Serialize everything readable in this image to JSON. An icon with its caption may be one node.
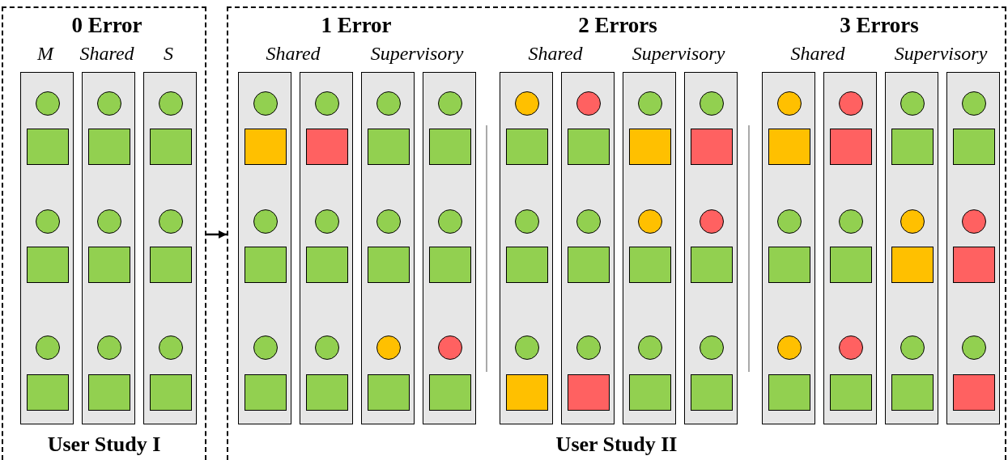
{
  "diagram": {
    "nodes": [
      {
        "text": [
          "User Study I"
        ]
      },
      {
        "text": [],
        "shape": "bar",
        "in": 0
      },
      {
        "text": [],
        "shape": "circle",
        "in": 1
      },
      {
        "text": [],
        "shape": "box",
        "in": 1
      },
      {
        "text": [],
        "shape": "circle",
        "in": 1
      },
      {
        "text": [],
        "shape": "box",
        "in": 1
      },
      {
        "text": [],
        "shape": "circle",
        "in": 1
      },
      {
        "text": [],
        "shape": "box",
        "in": 1
      },
      {
        "text": [],
        "shape": "bar",
        "in": 0
      },
      {
        "text": [],
        "shape": "circle",
        "in": 8
      },
      {
        "text": [],
        "shape": "box",
        "in": 8
      },
      {
        "text": [],
        "shape": "circle",
        "in": 8
      },
      {
        "text": [],
        "shape": "box",
        "in": 8
      },
      {
        "text": [],
        "shape": "circle",
        "in": 8
      },
      {
        "text": [],
        "shape": "box",
        "in": 8
      },
      {
        "text": [],
        "shape": "bar",
        "in": 0
      },
      {
        "text": [],
        "shape": "circle",
        "in": 15
      },
      {
        "text": [],
        "shape": "box",
        "in": 15
      },
      {
        "text": [],
        "shape": "circle",
        "in": 15
      },
      {
        "text": [],
        "shape": "box",
        "in": 15
      },
      {
        "text": [],
        "shape": "circle",
        "in": 15
      },
      {
        "text": [],
        "shape": "box",
        "in": 15
      },
      {
        "text": [
          "User Study II"
        ]
      },
      {
        "text": [],
        "shape": "bar",
        "in": 22
      },
      {
        "text": [],
        "shape": "circle",
        "in": 23
      },
      {
        "text": [],
        "shape": "box",
        "in": 23
      },
      {
        "text": [],
        "shape": "circle",
        "in": 23
      },
      {
        "text": [],
        "shape": "box",
        "in": 23
      },
      {
        "text": [],
        "shape": "circle",
        "in": 23
      },
      {
        "text": [],
        "shape": "box",
        "in": 23
      },
      {
        "text": [],
        "shape": "bar",
        "in": 22
      },
      {
        "text": [],
        "shape": "circle",
        "in": 30
      },
      {
        "text": [],
        "shape": "box",
        "in": 30
      },
      {
        "text": [],
        "shape": "circle",
        "in": 30
      },
      {
        "text": [],
        "shape": "box",
        "in": 30
      },
      {
        "text": [],
        "shape": "circle",
        "in": 30
      },
      {
        "text": [],
        "shape": "box",
        "in": 30
      },
      {
        "text": [],
        "shape": "bar",
        "in": 22
      },
      {
        "text": [],
        "shape": "circle",
        "in": 37
      },
      {
        "text": [],
        "shape": "box",
        "in": 37
      },
      {
        "text": [],
        "shape": "circle",
        "in": 37
      },
      {
        "text": [],
        "shape": "box",
        "in": 37
      },
      {
        "text": [],
        "shape": "circle",
        "in": 37
      },
      {
        "text": [],
        "shape": "box",
        "in": 37
      },
      {
        "text": [],
        "shape": "bar",
        "in": 22
      },
      {
        "text": [],
        "shape": "circle",
        "in": 44
      },
      {
        "text": [],
        "shape": "box",
        "in": 44
      },
      {
        "text": [],
        "shape": "circle",
        "in": 44
      },
      {
        "text": [],
        "shape": "box",
        "in": 44
      },
      {
        "text": [],
        "shape": "circle",
        "in": 44
      },
      {
        "text": [],
        "shape": "box",
        "in": 44
      },
      {
        "text": [],
        "shape": "bar",
        "in": 22
      },
      {
        "text": [],
        "shape": "circle",
        "in": 51
      },
      {
        "text": [],
        "shape": "box",
        "in": 51
      },
      {
        "text": [],
        "shape": "circle",
        "in": 51
      },
      {
        "text": [],
        "shape": "box",
        "in": 51
      },
      {
        "text": [],
        "shape": "circle",
        "in": 51
      },
      {
        "text": [],
        "shape": "box",
        "in": 51
      },
      {
        "text": [],
        "shape": "bar",
        "in": 22
      },
      {
        "text": [],
        "shape": "circle",
        "in": 58
      },
      {
        "text": [],
        "shape": "box",
        "in": 58
      },
      {
        "text": [],
        "shape": "circle",
        "in": 58
      },
      {
        "text": [],
        "shape": "box",
        "in": 58
      },
      {
        "text": [],
        "shape": "circle",
        "in": 58
      },
      {
        "text": [],
        "shape": "box",
        "in": 58
      },
      {
        "text": [],
        "shape": "bar",
        "in": 22
      },
      {
        "text": [],
        "shape": "circle",
        "in": 65
      },
      {
        "text": [],
        "shape": "box",
        "in": 65
      },
      {
        "text": [],
        "shape": "circle",
        "in": 65
      },
      {
        "text": [],
        "shape": "box",
        "in": 65
      },
      {
        "text": [],
        "shape": "circle",
        "in": 65
      },
      {
        "text": [],
        "shape": "box",
        "in": 65
      },
      {
        "text": [],
        "shape": "bar",
        "in": 22
      },
      {
        "text": [],
        "shape": "circle",
        "in": 72
      },
      {
        "text": [],
        "shape": "box",
        "in": 72
      },
      {
        "text": [],
        "shape": "circle",
        "in": 72
      },
      {
        "text": [],
        "shape": "box",
        "in": 72
      },
      {
        "text": [],
        "shape": "circle",
        "in": 72
      },
      {
        "text": [],
        "shape": "box",
        "in": 72
      },
      {
        "text": [],
        "shape": "bar",
        "in": 22
      },
      {
        "text": [],
        "shape": "circle",
        "in": 79
      },
      {
        "text": [],
        "shape": "box",
        "in": 79
      },
      {
        "text": [],
        "shape": "circle",
        "in": 79
      },
      {
        "text": [],
        "shape": "box",
        "in": 79
      },
      {
        "text": [],
        "shape": "circle",
        "in": 79
      },
      {
        "text": [],
        "shape": "box",
        "in": 79
      },
      {
        "text": [],
        "shape": "bar",
        "in": 22
      },
      {
        "text": [],
        "shape": "circle",
        "in": 86
      },
      {
        "text": [],
        "shape": "box",
        "in": 86
      },
      {
        "text": [],
        "shape": "circle",
        "in": 86
      },
      {
        "text": [],
        "shape": "box",
        "in": 86
      },
      {
        "text": [],
        "shape": "circle",
        "in": 86
      },
      {
        "text": [],
        "shape": "box",
        "in": 86
      },
      {
        "text": [],
        "shape": "bar",
        "in": 22
      },
      {
        "text": [],
        "shape": "circle",
        "in": 93
      },
      {
        "text": [],
        "shape": "box",
        "in": 93
      },
      {
        "text": [],
        "shape": "circle",
        "in": 93
      },
      {
        "text": [],
        "shape": "box",
        "in": 93
      },
      {
        "text": [],
        "shape": "circle",
        "in": 93
      },
      {
        "text": [],
        "shape": "box",
        "in": 93
      },
      {
        "text": [],
        "shape": "bar",
        "in": 22
      },
      {
        "text": [],
        "shape": "circle",
        "in": 100
      },
      {
        "text": [],
        "shape": "box",
        "in": 100
      },
      {
        "text": [],
        "shape": "circle",
        "in": 100
      },
      {
        "text": [],
        "shape": "box",
        "in": 100
      },
      {
        "text": [],
        "shape": "circle",
        "in": 100
      },
      {
        "text": [],
        "shape": "box",
        "in": 100
      }
    ],
    "edges": [
      {
        "from": 0,
        "to": 22,
        "arrow": "to"
      }
    ],
    "labels": [
      "0 Error",
      "1 Error",
      "2 Errors",
      "3 Errors",
      "M",
      "Shared",
      "S",
      "Shared",
      "Supervisory",
      "Shared",
      "Supervisory",
      "Shared",
      "Supervisory"
    ]
  }
}
